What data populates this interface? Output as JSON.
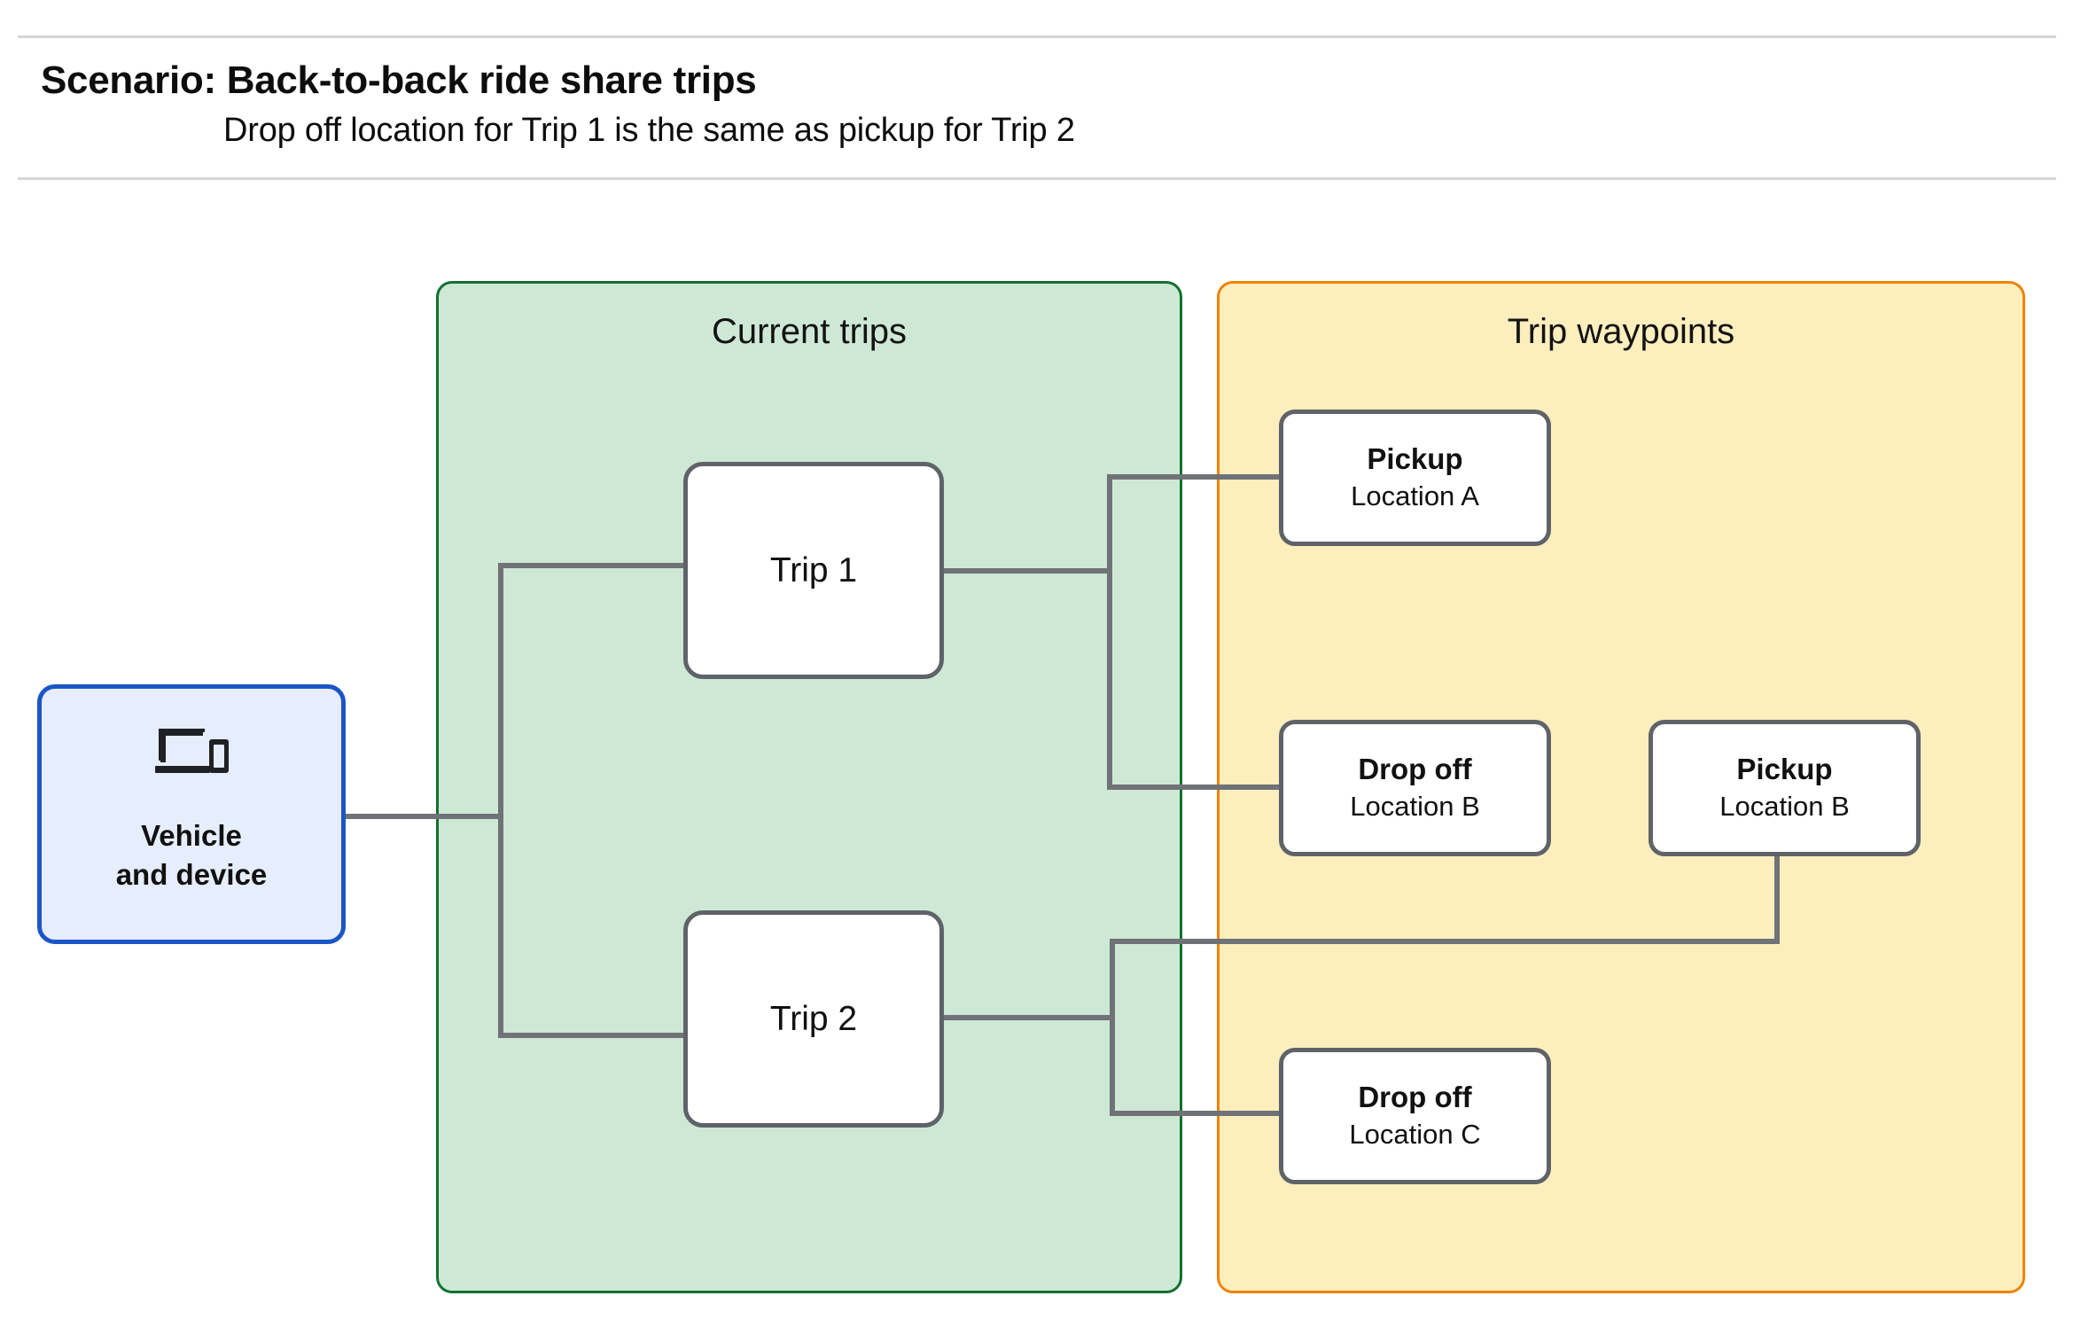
{
  "header": {
    "title": "Scenario: Back-to-back ride share trips",
    "subtitle": "Drop off  location for Trip 1 is the same as pickup for Trip 2"
  },
  "groups": {
    "current_trips": {
      "title": "Current trips",
      "fill": "#cee8d6",
      "border": "#13702f"
    },
    "trip_waypoints": {
      "title": "Trip waypoints",
      "fill": "#fdeebd",
      "border": "#f08203"
    }
  },
  "vehicle": {
    "line1": "Vehicle",
    "line2": "and device",
    "icon": "devices-icon",
    "fill": "#e6edfc",
    "border": "#1a56c7"
  },
  "trips": [
    {
      "label": "Trip 1"
    },
    {
      "label": "Trip 2"
    }
  ],
  "waypoints": [
    {
      "id": "pickup-a",
      "title": "Pickup",
      "location": "Location A"
    },
    {
      "id": "dropoff-b",
      "title": "Drop off",
      "location": "Location B"
    },
    {
      "id": "pickup-b",
      "title": "Pickup",
      "location": "Location B"
    },
    {
      "id": "dropoff-c",
      "title": "Drop off",
      "location": "Location C"
    }
  ],
  "connector_color": "#6f7276",
  "edges": [
    {
      "from": "vehicle",
      "to": "trip-1"
    },
    {
      "from": "vehicle",
      "to": "trip-2"
    },
    {
      "from": "trip-1",
      "to": "pickup-a"
    },
    {
      "from": "trip-1",
      "to": "dropoff-b"
    },
    {
      "from": "trip-2",
      "to": "pickup-b"
    },
    {
      "from": "trip-2",
      "to": "dropoff-c"
    }
  ]
}
